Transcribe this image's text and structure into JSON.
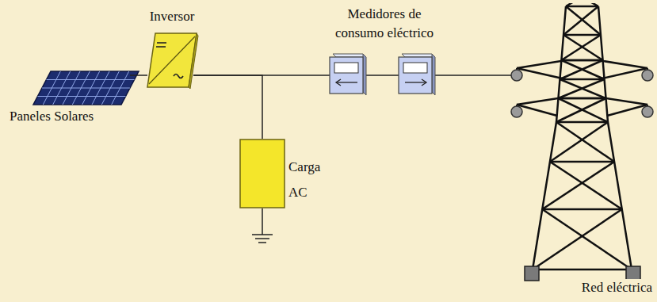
{
  "diagram": {
    "nodes": [
      {
        "text": [
          "Paneles Solares"
        ]
      },
      {
        "text": [
          "Inversor"
        ]
      },
      {
        "text": [
          "Carga AC"
        ]
      },
      {
        "text": [
          "Red eléctrica"
        ]
      }
    ],
    "edges": [
      {
        "from": 0,
        "to": 1,
        "arrow": "none"
      },
      {
        "from": 1,
        "to": 2,
        "arrow": "none"
      },
      {
        "from": 1,
        "to": 3,
        "arrow": "none"
      }
    ],
    "labels": [
      "Medidores de consumo eléctrico"
    ]
  }
}
